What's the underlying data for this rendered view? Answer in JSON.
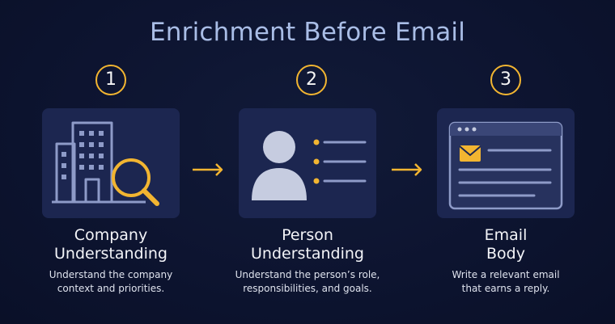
{
  "title": "Enrichment Before Email",
  "steps": [
    {
      "number": "1",
      "label_line1": "Company",
      "label_line2": "Understanding",
      "desc_line1": "Understand the company",
      "desc_line2": "context and priorities.",
      "icon": "building-search-icon"
    },
    {
      "number": "2",
      "label_line1": "Person",
      "label_line2": "Understanding",
      "desc_line1": "Understand the person’s role,",
      "desc_line2": "responsibilities, and goals.",
      "icon": "person-profile-icon"
    },
    {
      "number": "3",
      "label_line1": "Email",
      "label_line2": "Body",
      "desc_line1": "Write a relevant email",
      "desc_line2": "that earns a reply.",
      "icon": "email-window-icon"
    }
  ],
  "colors": {
    "background": "#0d1430",
    "card": "#1c2650",
    "accent": "#f2b531",
    "icon": "#8e9bc8",
    "title": "#a9bde6"
  }
}
